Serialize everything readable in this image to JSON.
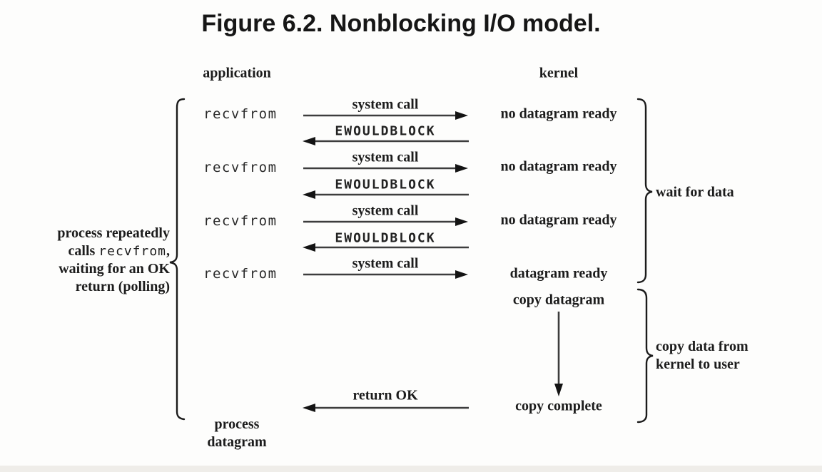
{
  "title": "Figure 6.2. Nonblocking I/O model.",
  "headers": {
    "left": "application",
    "right": "kernel"
  },
  "left_note": {
    "line1": "process repeatedly",
    "line2_text": "calls",
    "line2_code": "recvfrom",
    "line2_comma": ",",
    "line3": "waiting for an OK",
    "line4": "return (polling)"
  },
  "exchanges": [
    {
      "app_call": "recvfrom",
      "request_label": "system call",
      "response_label": "EWOULDBLOCK",
      "kernel_state": "no datagram ready"
    },
    {
      "app_call": "recvfrom",
      "request_label": "system call",
      "response_label": "EWOULDBLOCK",
      "kernel_state": "no datagram ready"
    },
    {
      "app_call": "recvfrom",
      "request_label": "system call",
      "response_label": "EWOULDBLOCK",
      "kernel_state": "no datagram ready"
    },
    {
      "app_call": "recvfrom",
      "request_label": "system call",
      "kernel_state": "datagram ready"
    }
  ],
  "kernel_actions": {
    "copy_start": "copy datagram",
    "copy_end": "copy complete"
  },
  "return_arrow_label": "return OK",
  "final_step": {
    "line1": "process",
    "line2": "datagram"
  },
  "brace_labels": {
    "wait": "wait for data",
    "copy_line1": "copy data from",
    "copy_line2": "kernel to user"
  },
  "colors": {
    "ink": "#1c1c1c",
    "line": "#3d3d3d",
    "background": "#fdfdfc",
    "footer_bar": "#efede9"
  }
}
